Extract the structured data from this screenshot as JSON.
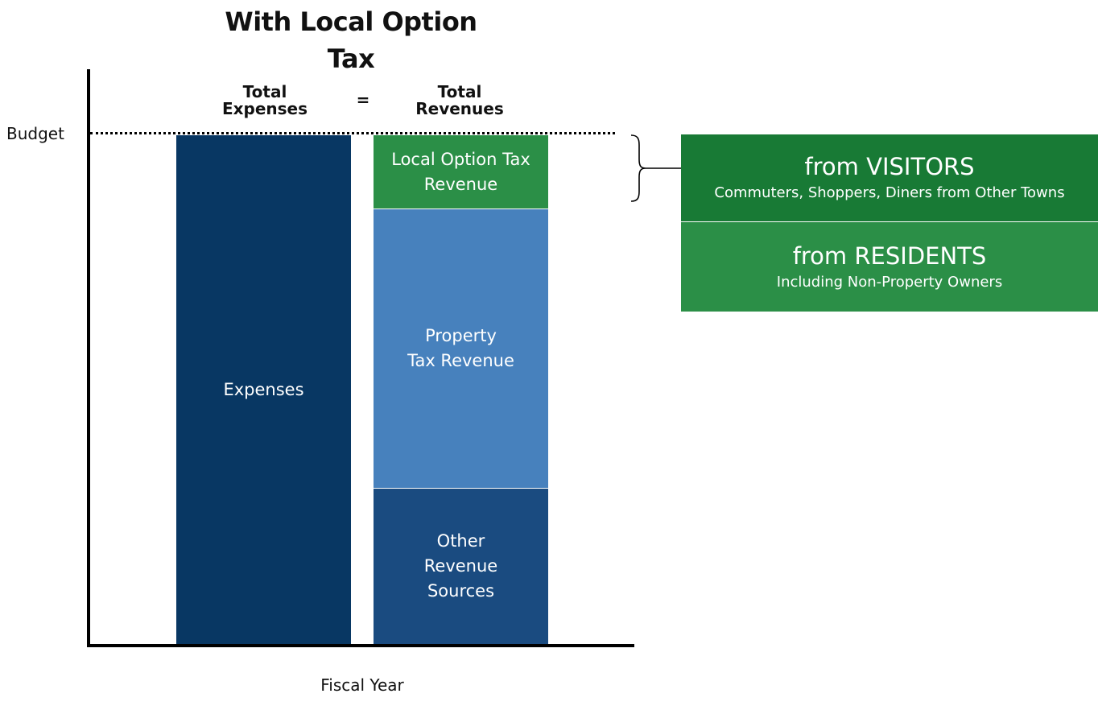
{
  "title": "With Local Option Tax",
  "axis": {
    "budget_label": "Budget",
    "x_label": "Fiscal Year"
  },
  "equation": {
    "left": "Total\nExpenses",
    "operator": "=",
    "right": "Total\nRevenues"
  },
  "bars": {
    "expenses": "Expenses",
    "local_option_tax": "Local Option Tax\nRevenue",
    "property_tax": "Property\nTax Revenue",
    "other": "Other\nRevenue\nSources"
  },
  "breakdown": {
    "visitors": {
      "heading": "from VISITORS",
      "detail": "Commuters, Shoppers, Diners from Other Towns"
    },
    "residents": {
      "heading": "from RESIDENTS",
      "detail": "Including Non-Property Owners"
    }
  },
  "colors": {
    "expenses": "#083763",
    "local_option_tax": "#2b8f47",
    "property_tax": "#4781bd",
    "other": "#1a4b80",
    "visitors_box": "#187a35",
    "residents_box": "#2b8f47"
  }
}
